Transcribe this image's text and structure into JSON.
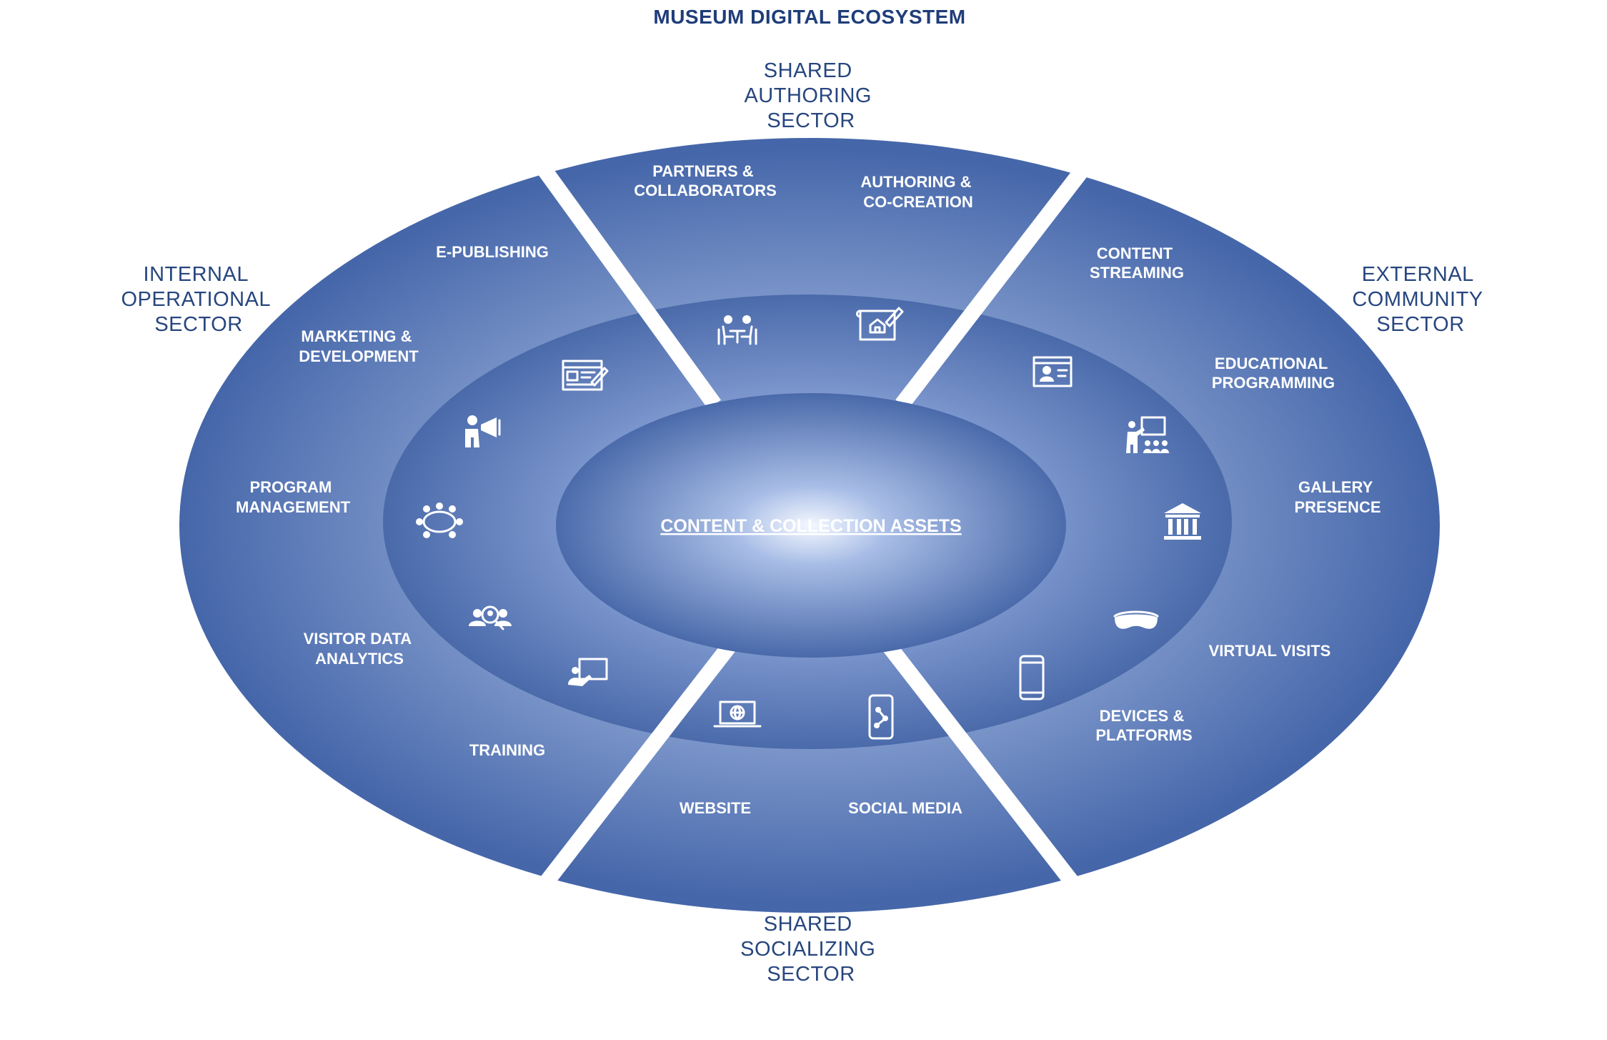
{
  "title": "MUSEUM DIGITAL ECOSYSTEM",
  "core": {
    "label": "CONTENT & COLLECTION ASSETS"
  },
  "sectors": {
    "top": {
      "lines": [
        "SHARED",
        "AUTHORING",
        "SECTOR"
      ]
    },
    "left": {
      "lines": [
        "INTERNAL",
        "OPERATIONAL",
        "SECTOR"
      ]
    },
    "right": {
      "lines": [
        "EXTERNAL",
        "COMMUNITY",
        "SECTOR"
      ]
    },
    "bottom": {
      "lines": [
        "SHARED",
        "SOCIALIZING",
        "SECTOR"
      ]
    }
  },
  "items": {
    "partners": {
      "lines": [
        "PARTNERS &",
        "COLLABORATORS"
      ],
      "icon": "meeting-icon"
    },
    "authoring": {
      "lines": [
        "AUTHORING &",
        "CO-CREATION"
      ],
      "icon": "blueprint-icon"
    },
    "epublishing": {
      "lines": [
        "E-PUBLISHING"
      ],
      "icon": "web-editor-icon"
    },
    "marketing": {
      "lines": [
        "MARKETING &",
        "DEVELOPMENT"
      ],
      "icon": "megaphone-icon"
    },
    "program": {
      "lines": [
        "PROGRAM",
        "MANAGEMENT"
      ],
      "icon": "conference-table-icon"
    },
    "analytics": {
      "lines": [
        "VISITOR DATA",
        "ANALYTICS"
      ],
      "icon": "user-search-icon"
    },
    "training": {
      "lines": [
        "TRAINING"
      ],
      "icon": "presenter-board-icon"
    },
    "website": {
      "lines": [
        "WEBSITE"
      ],
      "icon": "laptop-globe-icon"
    },
    "social": {
      "lines": [
        "SOCIAL MEDIA"
      ],
      "icon": "phone-share-icon"
    },
    "streaming": {
      "lines": [
        "CONTENT",
        "STREAMING"
      ],
      "icon": "video-call-icon"
    },
    "educational": {
      "lines": [
        "EDUCATIONAL",
        "PROGRAMMING"
      ],
      "icon": "classroom-icon"
    },
    "gallery": {
      "lines": [
        "GALLERY",
        "PRESENCE"
      ],
      "icon": "museum-building-icon"
    },
    "virtual": {
      "lines": [
        "VIRTUAL VISITS"
      ],
      "icon": "vr-headset-icon"
    },
    "devices": {
      "lines": [
        "DEVICES &",
        "PLATFORMS"
      ],
      "icon": "smartphone-icon"
    }
  },
  "colors": {
    "outer_edge": "#4566a9",
    "outer_light": "#a9bde0",
    "mid_edge": "#4566a9",
    "core_center": "#f4f8ff",
    "core_edge": "#4a6aaa",
    "title_text": "#1f3d79",
    "sector_text": "#27467f"
  }
}
